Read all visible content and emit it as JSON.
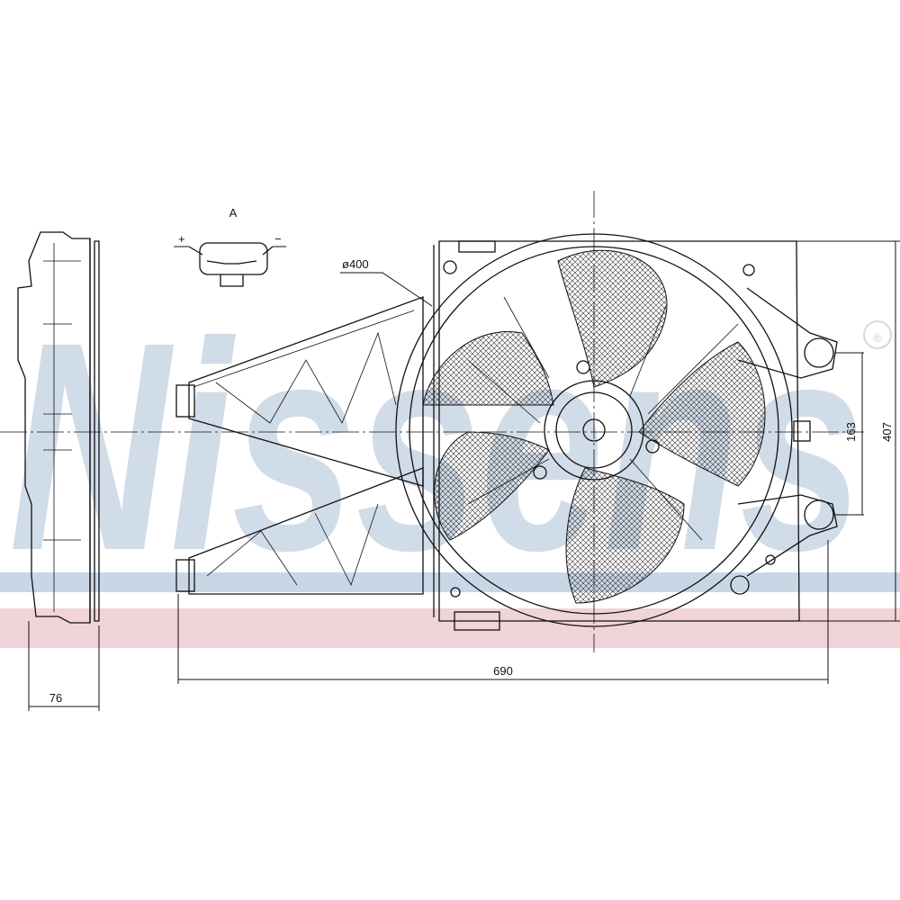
{
  "watermark": {
    "brand": "Nissens",
    "registered_mark": "®",
    "color_blue": "#c9d6e6",
    "color_red": "#f1d3da"
  },
  "connector": {
    "view_label": "A",
    "plus_label": "+",
    "minus_label": "−"
  },
  "dimensions": {
    "fan_diameter": "ø400",
    "depth": "76",
    "width": "690",
    "height": "407",
    "mount_spacing": "163"
  }
}
